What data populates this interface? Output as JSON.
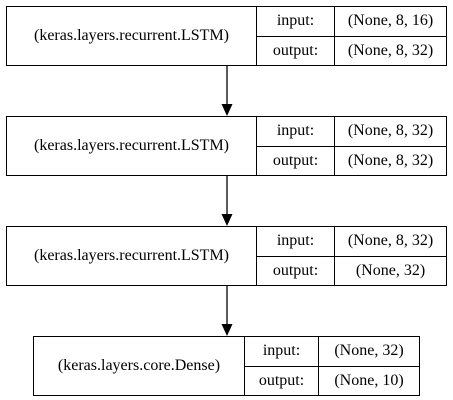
{
  "diagram": {
    "nodes": [
      {
        "layer": "(keras.layers.recurrent.LSTM)",
        "input_label": "input:",
        "input_shape": "(None, 8, 16)",
        "output_label": "output:",
        "output_shape": "(None, 8, 32)"
      },
      {
        "layer": "(keras.layers.recurrent.LSTM)",
        "input_label": "input:",
        "input_shape": "(None, 8, 32)",
        "output_label": "output:",
        "output_shape": "(None, 8, 32)"
      },
      {
        "layer": "(keras.layers.recurrent.LSTM)",
        "input_label": "input:",
        "input_shape": "(None, 8, 32)",
        "output_label": "output:",
        "output_shape": "(None, 32)"
      },
      {
        "layer": "(keras.layers.core.Dense)",
        "input_label": "input:",
        "input_shape": "(None, 32)",
        "output_label": "output:",
        "output_shape": "(None, 10)"
      }
    ],
    "edges": [
      {
        "from": 0,
        "to": 1
      },
      {
        "from": 1,
        "to": 2
      },
      {
        "from": 2,
        "to": 3
      }
    ]
  }
}
